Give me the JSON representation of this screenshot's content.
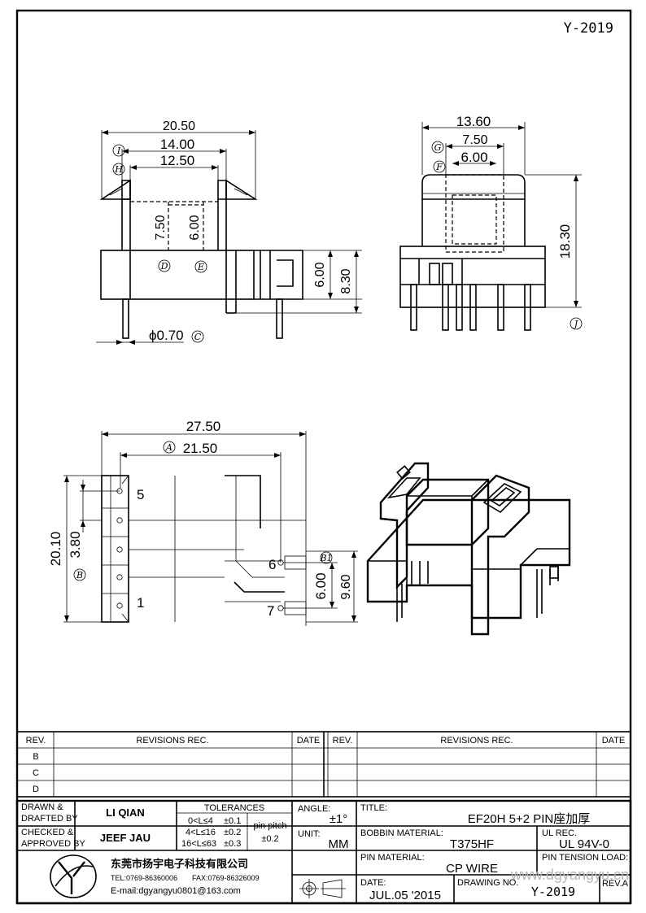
{
  "drawing_number_top": "Y-2019",
  "dimensions": {
    "top_front": {
      "overall_width": "20.50",
      "width_i": "14.00",
      "width_h": "12.50",
      "window_height": "7.50",
      "inner_height": "6.00",
      "base_height_a": "6.00",
      "base_height_b": "8.30",
      "pin_diameter": "ϕ0.70"
    },
    "top_side": {
      "width_overall": "13.60",
      "width_g": "7.50",
      "width_f": "6.00",
      "height_j": "18.30"
    },
    "bottom_view": {
      "overall_length": "27.50",
      "length_a": "21.50",
      "width_total": "20.10",
      "pitch_b": "3.80",
      "pin_offset_b1": "6.00",
      "base_width": "9.60"
    }
  },
  "balloons": {
    "i": "I",
    "h": "H",
    "d": "D",
    "e": "E",
    "c": "C",
    "g": "G",
    "f": "F",
    "j": "J",
    "a": "A",
    "b": "B",
    "b1": "B1"
  },
  "pin_labels": {
    "p5": "5",
    "p1": "1",
    "p6": "6",
    "p7": "7"
  },
  "revisions": {
    "header_rev": "REV.",
    "header_revisions": "REVISIONS   REC.",
    "header_date": "DATE",
    "rows": [
      "B",
      "C",
      "D"
    ]
  },
  "title_block": {
    "drawn_label_1": "DRAWN &",
    "drawn_label_2": "DRAFTED BY",
    "drawn_by": "LI QIAN",
    "checked_label_1": "CHECKED &",
    "checked_label_2": "APPROVED BY",
    "checked_by": "JEEF JAU",
    "tolerances_label": "TOLERANCES",
    "tol_1_range": "0<L≤4",
    "tol_1_value": "±0.1",
    "tol_2_range": "4<L≤16",
    "tol_2_value": "±0.2",
    "tol_3_range": "16<L≤63",
    "tol_3_value": "±0.3",
    "pin_pitch_label": "pin pitch",
    "pin_pitch_value": "±0.2",
    "angle_label": "ANGLE:",
    "angle_value": "±1°",
    "unit_label": "UNIT:",
    "unit_value": "MM",
    "title_label": "TITLE:",
    "title_value": "EF20H  5+2  PIN座加厚",
    "bobbin_material_label": "BOBBIN MATERIAL:",
    "bobbin_material_value": "T375HF",
    "ul_rec_label": "UL REC.",
    "ul_rec_value": "UL  94V-0",
    "pin_material_label": "PIN MATERIAL:",
    "pin_material_value": "CP  WIRE",
    "pin_tension_label": "PIN TENSION LOAD:",
    "date_label": "DATE:",
    "date_value": "JUL.05  '2015",
    "drawing_no_label": "DRAWING NO.",
    "drawing_no_value": "Y-2019",
    "rev_label": "REV.A",
    "company_name": "东莞市扬宇电子科技有限公司",
    "company_tel": "TEL:0769-86360006",
    "company_fax": "FAX:0769-86326009",
    "company_email": "E-mail:dgyangyu0801@163.com",
    "watermark": "www.dgyangyu.cn"
  }
}
